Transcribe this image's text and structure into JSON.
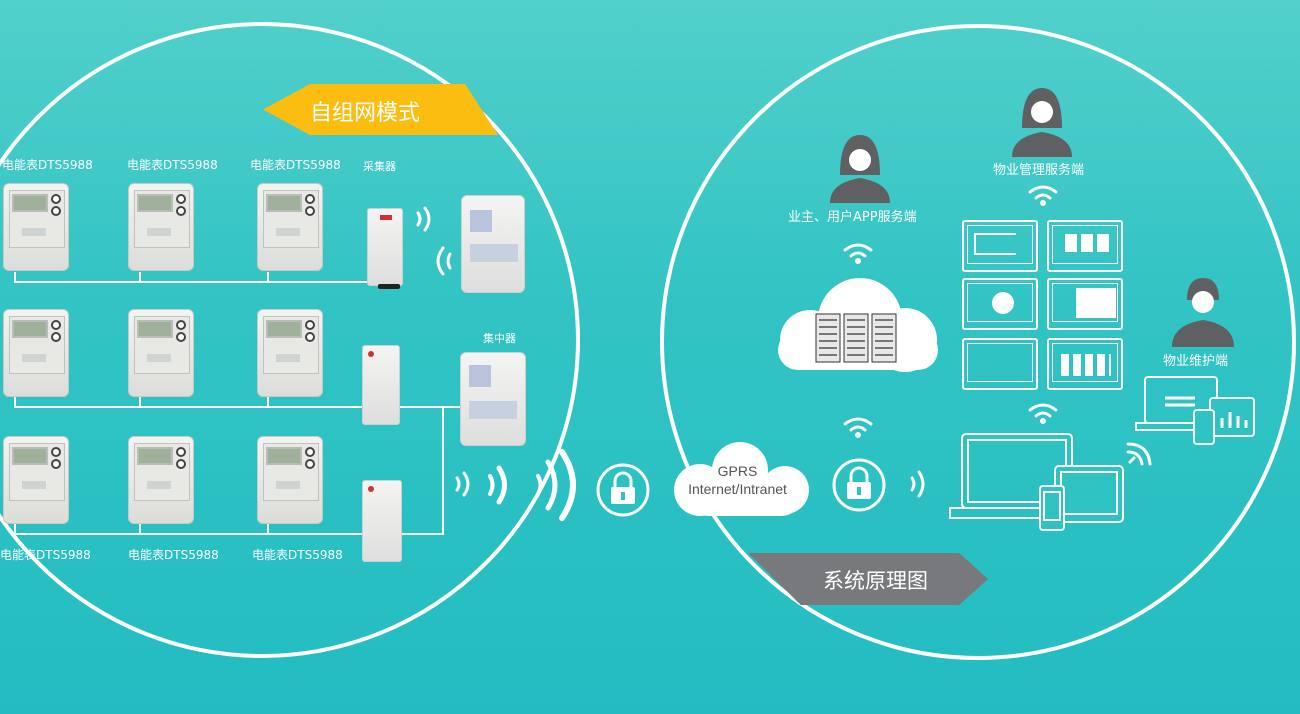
{
  "left_section": {
    "banner": "自组网模式",
    "meter_labels_top": [
      "电能表DTS5988",
      "电能表DTS5988",
      "电能表DTS5988"
    ],
    "meter_labels_bottom": [
      "电能表DTS5988",
      "电能表DTS5988",
      "电能表DTS5988"
    ],
    "collector_label": "采集器",
    "concentrator_label": "集中器"
  },
  "network": {
    "cloud_line1": "GPRS",
    "cloud_line2": "Internet/Intranet"
  },
  "right_section": {
    "banner": "系统原理图",
    "owner_app_label": "业主、用户APP服务端",
    "property_mgmt_label": "物业管理服务端",
    "maintenance_label": "物业维护端"
  },
  "colors": {
    "accent_yellow": "#fbbd10",
    "banner_gray": "#77797c",
    "bg_teal": "#2fc2c3",
    "person_gray": "#5f6062"
  }
}
